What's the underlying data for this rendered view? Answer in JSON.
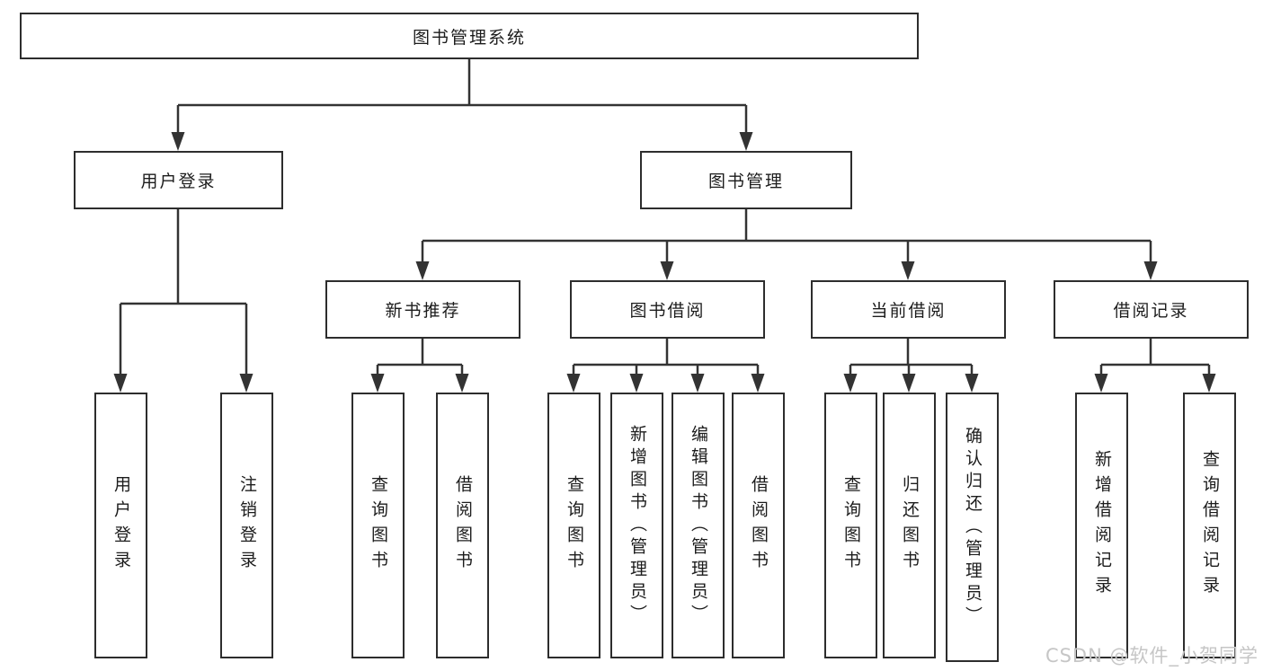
{
  "diagram": {
    "root": "图书管理系统",
    "branches": [
      {
        "label": "用户登录",
        "children": [
          "用户登录",
          "注销登录"
        ]
      },
      {
        "label": "图书管理",
        "children": [
          {
            "label": "新书推荐",
            "children": [
              "查询图书",
              "借阅图书"
            ]
          },
          {
            "label": "图书借阅",
            "children": [
              "查询图书",
              "新增图书（管理员）",
              "编辑图书（管理员）",
              "借阅图书"
            ]
          },
          {
            "label": "当前借阅",
            "children": [
              "查询图书",
              "归还图书",
              "确认归还（管理员）"
            ]
          },
          {
            "label": "借阅记录",
            "children": [
              "新增借阅记录",
              "查询借阅记录"
            ]
          }
        ]
      }
    ]
  },
  "watermark": "CSDN @软件_小贺同学",
  "colors": {
    "line": "#333333",
    "box_border": "#2d2d2d",
    "text": "#1c1c1c",
    "watermark": "#c6c6c6",
    "background": "#ffffff"
  }
}
